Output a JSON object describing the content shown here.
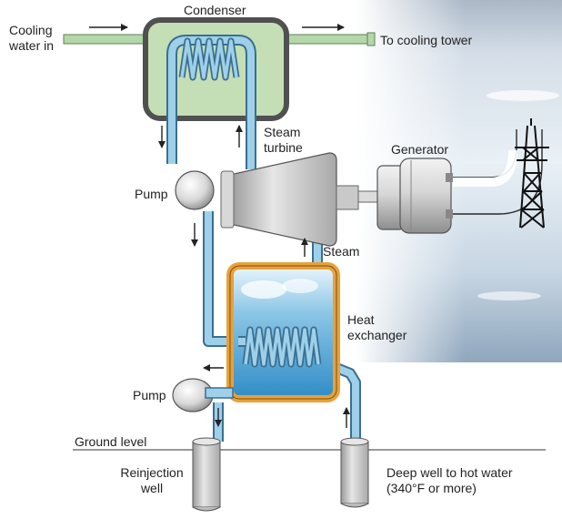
{
  "labels": {
    "cooling_water_in_1": "Cooling",
    "cooling_water_in_2": "water in",
    "condenser": "Condenser",
    "to_cooling_tower": "To cooling tower",
    "steam_turbine_1": "Steam",
    "steam_turbine_2": "turbine",
    "generator": "Generator",
    "pump_upper": "Pump",
    "steam": "Steam",
    "heat_exchanger_1": "Heat",
    "heat_exchanger_2": "exchanger",
    "pump_lower": "Pump",
    "ground_level": "Ground level",
    "reinjection_well_1": "Reinjection",
    "reinjection_well_2": "well",
    "deep_well_1": "Deep well to hot water",
    "deep_well_2": "(340°F or more)"
  },
  "colors": {
    "condenser_fill": "#c4deb6",
    "cooling_pipe": "#b3d7a8",
    "water_pipe": "#8fc3df",
    "exchanger_frame": "#e8a13a",
    "exchanger_water": "#5aa8d8",
    "machine_grey": "#c9c9c9"
  },
  "icons": [
    "flow-arrow-icon",
    "transmission-tower-icon",
    "pump-icon",
    "coil-icon"
  ]
}
